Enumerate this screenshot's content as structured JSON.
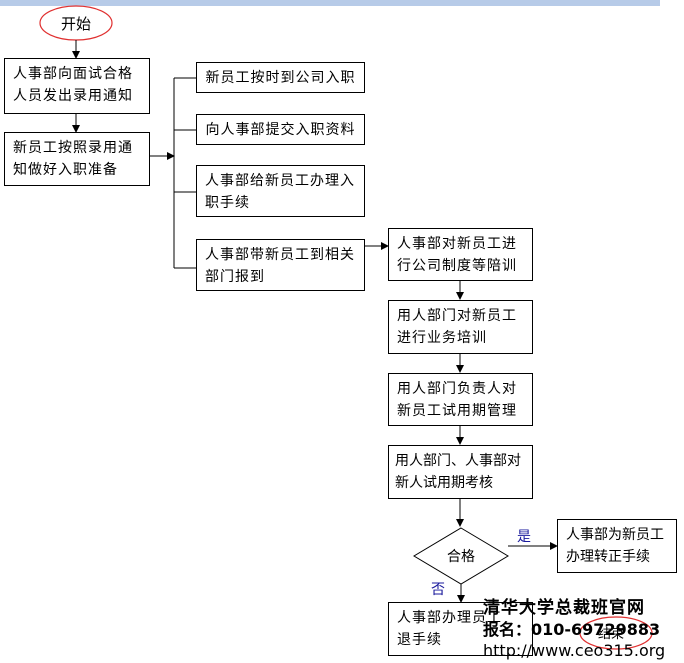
{
  "flow": {
    "start": "开始",
    "offer": [
      "人事部向面试合格",
      "人员发出录用通知"
    ],
    "prepare": [
      "新员工按照录用通",
      "知做好入职准备"
    ],
    "on_time": "新员工按时到公司入职",
    "submit": "向人事部提交入职资料",
    "procedures": [
      "人事部给新员工办理入",
      "职手续"
    ],
    "escort": [
      "人事部带新员工到相关",
      "部门报到"
    ],
    "company_training": [
      "人事部对新员工进",
      "行公司制度等陪训"
    ],
    "business_training": [
      "用人部门对新员工",
      "进行业务培训"
    ],
    "probation_mgmt": [
      "用人部门负责人对",
      "新员工试用期管理"
    ],
    "probation_eval": [
      "用人部门、人事部对",
      "新人试用期考核"
    ],
    "decision": "合格",
    "yes": "是",
    "no": "否",
    "regularize": [
      "人事部为新员工",
      "办理转正手续"
    ],
    "resign": [
      "人事部办理员工",
      "退手续"
    ],
    "end_partial": "结束"
  },
  "watermark": {
    "line1": "清华大学总裁班官网",
    "line2": "报名：010-69729883",
    "line3": "http://www.ceo315.org"
  },
  "colors": {
    "start_ellipse": "#e03030",
    "edge_label": "#1a1a9c",
    "top_bar": "#b7cbe8"
  }
}
